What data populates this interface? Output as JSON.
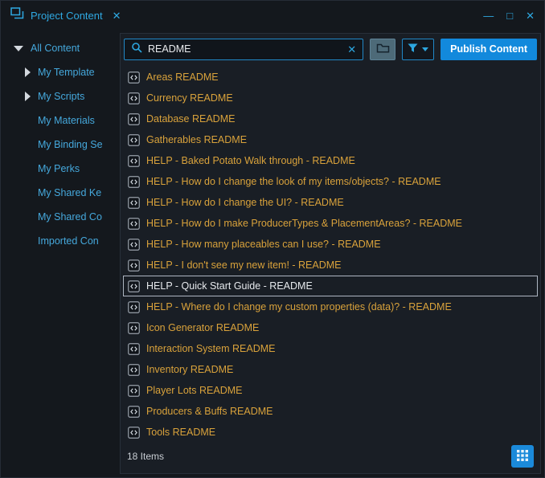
{
  "window": {
    "title": "Project Content",
    "tab_close_glyph": "✕",
    "controls": {
      "minimize": "—",
      "maximize": "□",
      "close": "✕"
    }
  },
  "sidebar": {
    "root_label": "All Content",
    "items": [
      {
        "label": "My Template",
        "expandable": true
      },
      {
        "label": "My Scripts",
        "expandable": true
      },
      {
        "label": "My Materials",
        "expandable": false
      },
      {
        "label": "My Binding Se",
        "expandable": false
      },
      {
        "label": "My Perks",
        "expandable": false
      },
      {
        "label": "My Shared Ke",
        "expandable": false
      },
      {
        "label": "My Shared Co",
        "expandable": false
      },
      {
        "label": "Imported Con",
        "expandable": false
      }
    ]
  },
  "toolbar": {
    "search": {
      "value": "README",
      "clear_glyph": "✕"
    },
    "publish_label": "Publish Content"
  },
  "list": {
    "items": [
      {
        "label": "Areas README",
        "selected": false
      },
      {
        "label": "Currency README",
        "selected": false
      },
      {
        "label": "Database README",
        "selected": false
      },
      {
        "label": "Gatherables README",
        "selected": false
      },
      {
        "label": "HELP - Baked Potato Walk through - README",
        "selected": false
      },
      {
        "label": "HELP - How do I change the look of my items/objects? - README",
        "selected": false
      },
      {
        "label": "HELP - How do I change the UI? - README",
        "selected": false
      },
      {
        "label": "HELP - How do I make ProducerTypes & PlacementAreas? - README",
        "selected": false
      },
      {
        "label": "HELP - How many placeables can I use? - README",
        "selected": false
      },
      {
        "label": "HELP - I don't see my new item! - README",
        "selected": false
      },
      {
        "label": "HELP - Quick Start Guide - README",
        "selected": true
      },
      {
        "label": "HELP - Where do I change my custom properties (data)? - README",
        "selected": false
      },
      {
        "label": "Icon Generator README",
        "selected": false
      },
      {
        "label": "Interaction System README",
        "selected": false
      },
      {
        "label": "Inventory README",
        "selected": false
      },
      {
        "label": "Player Lots README",
        "selected": false
      },
      {
        "label": "Producers & Buffs README",
        "selected": false
      },
      {
        "label": "Tools README",
        "selected": false
      }
    ]
  },
  "statusbar": {
    "count_label": "18 Items"
  },
  "colors": {
    "accent": "#2da7e0",
    "item_text": "#d9a23b",
    "selected_text": "#e6e9ed",
    "publish_bg": "#1289dc",
    "panel_bg": "#191e25",
    "window_bg": "#14181d"
  },
  "icons": {
    "app": "stacked-frames",
    "search": "magnifier",
    "clear": "✕",
    "folder": "folder",
    "filter": "funnel",
    "filter_caret": "▾",
    "readme_file": "code-file",
    "grid_view": "3x3-grid"
  }
}
